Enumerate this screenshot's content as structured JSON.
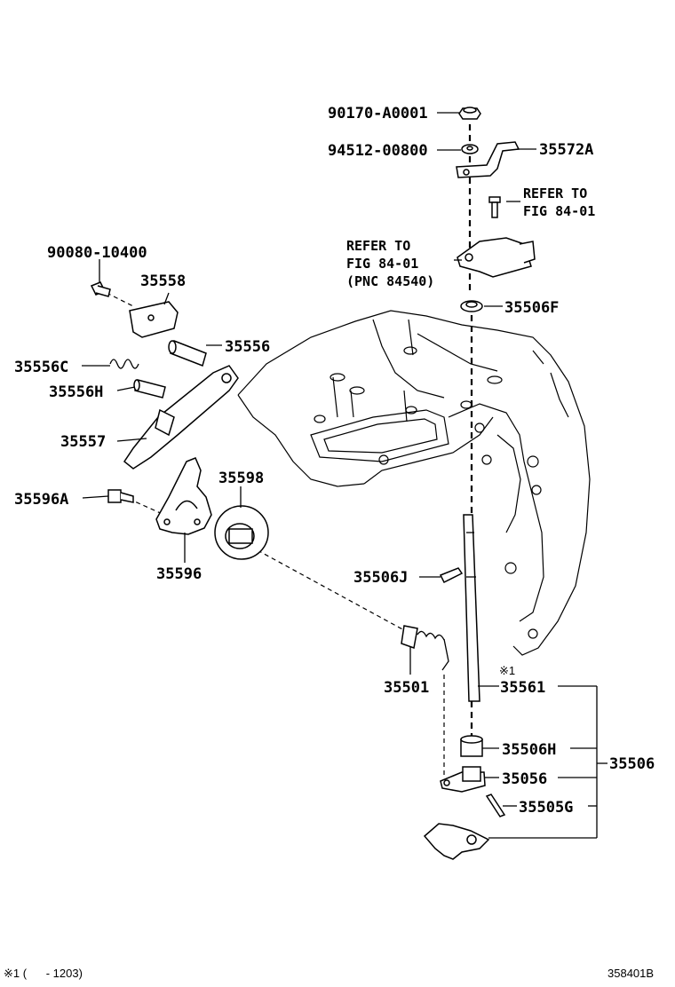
{
  "labels": {
    "p90170": "90170-A0001",
    "p94512": "94512-00800",
    "p35572A": "35572A",
    "refer1a": "REFER TO",
    "refer1b": "FIG 84-01",
    "refer2a": "REFER TO",
    "refer2b": "FIG 84-01",
    "refer2c": "(PNC 84540)",
    "p35506F": "35506F",
    "p90080": "90080-10400",
    "p35558": "35558",
    "p35556": "35556",
    "p35556C": "35556C",
    "p35556H": "35556H",
    "p35557": "35557",
    "p35598": "35598",
    "p35596A": "35596A",
    "p35596": "35596",
    "p35506J": "35506J",
    "note_mark": "※1",
    "p35501": "35501",
    "p35561": "35561",
    "p35506H": "35506H",
    "p35506": "35506",
    "p35056": "35056",
    "p35505G": "35505G"
  },
  "footer": {
    "note": "※1 (      - 1203)",
    "code": "358401B"
  }
}
